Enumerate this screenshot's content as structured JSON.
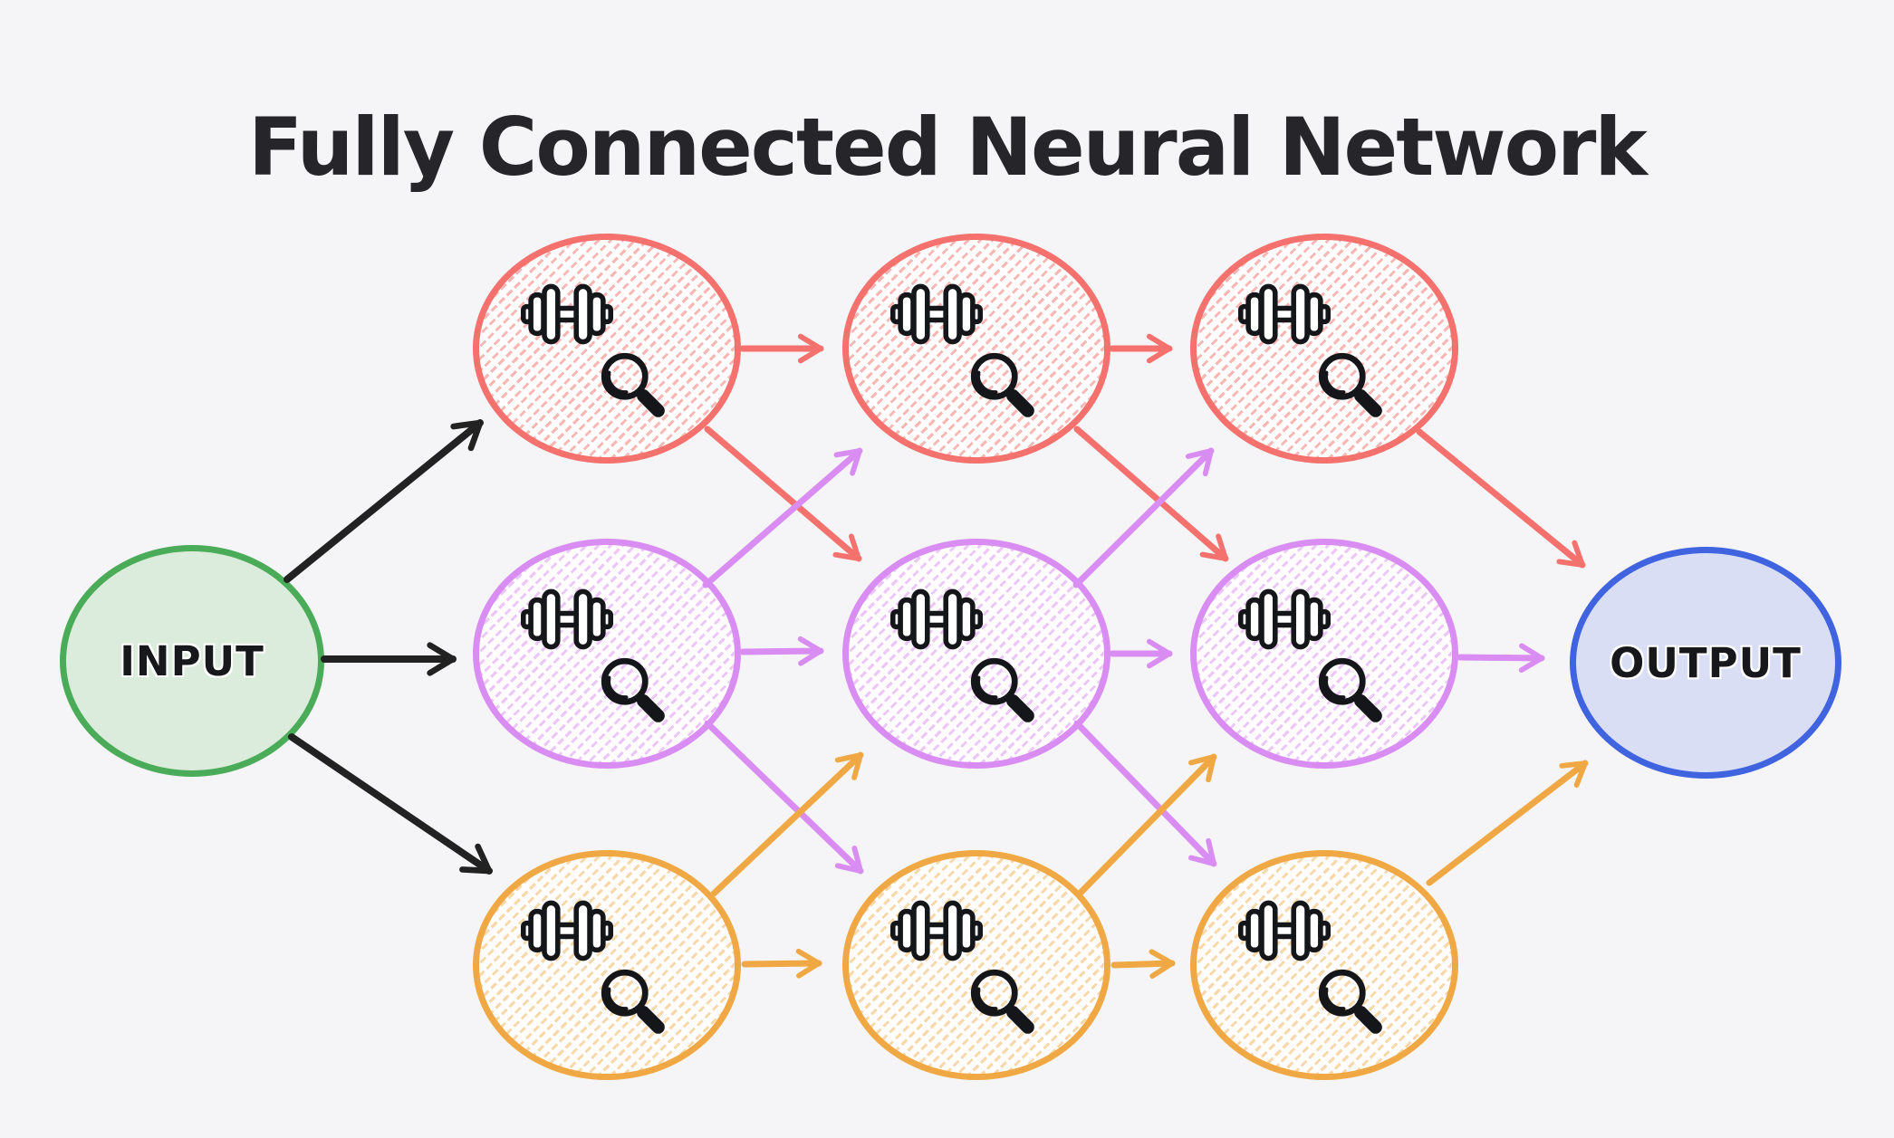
{
  "title": "Fully Connected Neural Network",
  "colors": {
    "background": "#f5f5f7",
    "ink": "#26262a",
    "icon_ink": "#15161a",
    "green_stroke": "#4aab58",
    "green_fill": "#dcecdc",
    "blue_stroke": "#4063df",
    "blue_fill": "#d9def4",
    "red": "#f4716d",
    "red_hatch": "#f9b7b4",
    "purple": "#d98df2",
    "purple_hatch": "#edc6f9",
    "orange": "#f0a844",
    "orange_hatch": "#f8d8a8",
    "black_arrow": "#222222"
  },
  "network": {
    "input": {
      "id": "input",
      "label": "INPUT"
    },
    "output": {
      "id": "output",
      "label": "OUTPUT"
    },
    "hidden_nodes": [
      {
        "id": "h11",
        "layer": 1,
        "row": 1,
        "color": "red"
      },
      {
        "id": "h12",
        "layer": 2,
        "row": 1,
        "color": "red"
      },
      {
        "id": "h13",
        "layer": 3,
        "row": 1,
        "color": "red"
      },
      {
        "id": "h21",
        "layer": 1,
        "row": 2,
        "color": "purple"
      },
      {
        "id": "h22",
        "layer": 2,
        "row": 2,
        "color": "purple"
      },
      {
        "id": "h23",
        "layer": 3,
        "row": 2,
        "color": "purple"
      },
      {
        "id": "h31",
        "layer": 1,
        "row": 3,
        "color": "orange"
      },
      {
        "id": "h32",
        "layer": 2,
        "row": 3,
        "color": "orange"
      },
      {
        "id": "h33",
        "layer": 3,
        "row": 3,
        "color": "orange"
      }
    ],
    "node_icons": [
      "dumbbell-icon",
      "magnifier-icon"
    ],
    "edges": [
      {
        "from": "input",
        "to": "h11",
        "color": "black"
      },
      {
        "from": "input",
        "to": "h21",
        "color": "black"
      },
      {
        "from": "input",
        "to": "h31",
        "color": "black"
      },
      {
        "from": "h11",
        "to": "h12",
        "color": "red"
      },
      {
        "from": "h11",
        "to": "h22",
        "color": "red"
      },
      {
        "from": "h12",
        "to": "h13",
        "color": "red"
      },
      {
        "from": "h12",
        "to": "h23",
        "color": "red"
      },
      {
        "from": "h13",
        "to": "output",
        "color": "red"
      },
      {
        "from": "h21",
        "to": "h12",
        "color": "purple"
      },
      {
        "from": "h21",
        "to": "h22",
        "color": "purple"
      },
      {
        "from": "h21",
        "to": "h32",
        "color": "purple"
      },
      {
        "from": "h22",
        "to": "h13",
        "color": "purple"
      },
      {
        "from": "h22",
        "to": "h23",
        "color": "purple"
      },
      {
        "from": "h22",
        "to": "h33",
        "color": "purple"
      },
      {
        "from": "h23",
        "to": "output",
        "color": "purple"
      },
      {
        "from": "h31",
        "to": "h22",
        "color": "orange"
      },
      {
        "from": "h31",
        "to": "h32",
        "color": "orange"
      },
      {
        "from": "h32",
        "to": "h23",
        "color": "orange"
      },
      {
        "from": "h32",
        "to": "h33",
        "color": "orange"
      },
      {
        "from": "h33",
        "to": "output",
        "color": "orange"
      }
    ]
  }
}
